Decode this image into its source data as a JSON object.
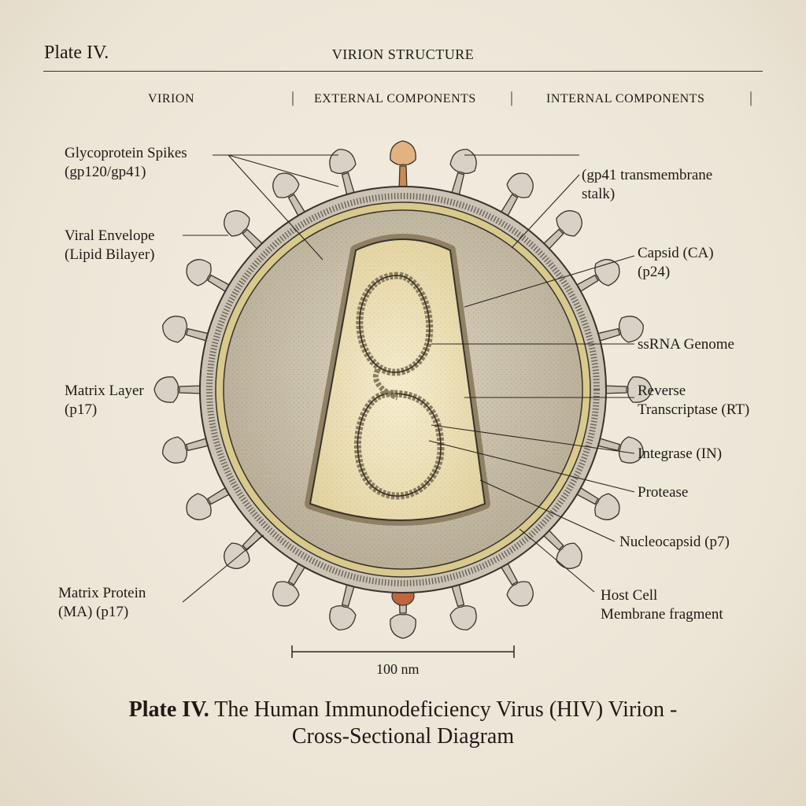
{
  "header": {
    "plate_label": "Plate IV.",
    "title": "VIRION STRUCTURE"
  },
  "sections": [
    "VIRION",
    "EXTERNAL COMPONENTS",
    "INTERNAL COMPONENTS"
  ],
  "labels": {
    "glycoprotein_spikes_1": "Glycoprotein Spikes",
    "glycoprotein_spikes_2": "(gp120/gp41)",
    "gp41_1": "(gp41 transmembrane",
    "gp41_2": "stalk)",
    "envelope_1": "Viral Envelope",
    "envelope_2": "(Lipid Bilayer)",
    "capsid_1": "Capsid (CA)",
    "capsid_2": "(p24)",
    "ssrna": "ssRNA Genome",
    "matrix_layer_1": "Matrix Layer",
    "matrix_layer_2": "(p17)",
    "rt_1": "Reverse",
    "rt_2": "Transcriptase (RT)",
    "integrase": "Integrase (IN)",
    "protease": "Protease",
    "nucleocapsid": "Nucleocapsid (p7)",
    "matrix_protein_1": "Matrix Protein",
    "matrix_protein_2": "(MA) (p17)",
    "host_cell_1": "Host Cell",
    "host_cell_2": "Membrane fragment"
  },
  "scale_bar": "100 nm",
  "caption": {
    "bold": "Plate IV.",
    "line1": " The Human Immunodeficiency Virus (HIV) Virion -",
    "line2": "Cross-Sectional Diagram"
  },
  "colors": {
    "ink": "#3a322a",
    "envelope": "#bdb5a6",
    "matrix_band": "#d8c98d",
    "interior": "#cfc6b2",
    "capsid": "#efe3bb",
    "spike": "#c9c2b5",
    "accent_spike": "#c98a52",
    "host_fragment": "#c0663f"
  }
}
